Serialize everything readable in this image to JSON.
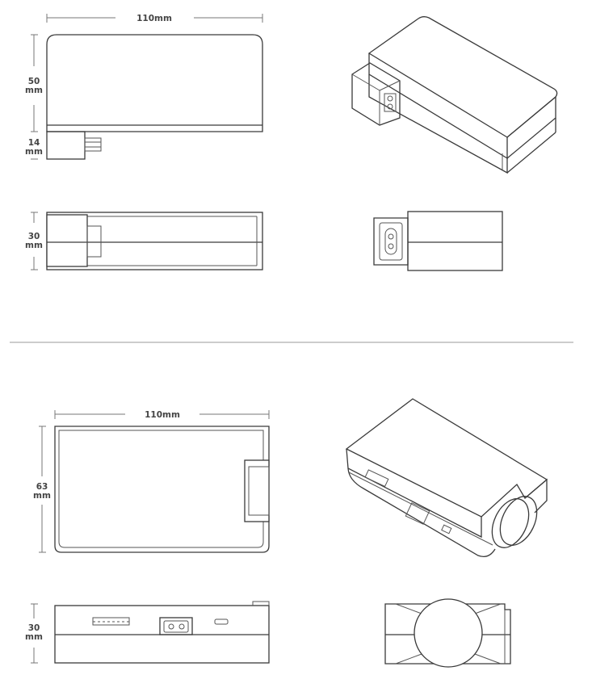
{
  "top_device": {
    "width_label": "110mm",
    "height_label_value": "50",
    "height_label_unit": "mm",
    "connector_label_value": "14",
    "connector_label_unit": "mm",
    "depth_label_value": "30",
    "depth_label_unit": "mm"
  },
  "bottom_device": {
    "width_label": "110mm",
    "height_label_value": "63",
    "height_label_unit": "mm",
    "depth_label_value": "30",
    "depth_label_unit": "mm"
  },
  "colors": {
    "line": "#3a3a3a",
    "dimension": "#777777",
    "divider": "#9a9a9a"
  }
}
